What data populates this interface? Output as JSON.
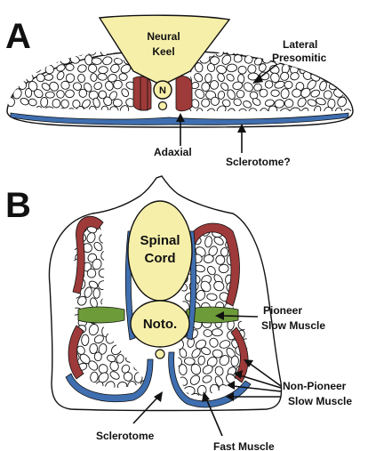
{
  "colors": {
    "neural": "#f6efa9",
    "slow_muscle": "#9e3a3a",
    "sclerotome": "#3f6fb0",
    "pioneer": "#6e9b3a",
    "outline": "#111111"
  },
  "panel_a": {
    "letter": "A",
    "neural_keel": [
      "Neural",
      "Keel"
    ],
    "notochord": "N",
    "lateral_presomitic": [
      "Lateral",
      "Presomitic"
    ],
    "adaxial": "Adaxial",
    "sclerotome": "Sclerotome?"
  },
  "panel_b": {
    "letter": "B",
    "spinal_cord": [
      "Spinal",
      "Cord"
    ],
    "notochord": "Noto.",
    "pioneer_slow_muscle": [
      "Pioneer",
      "Slow Muscle"
    ],
    "non_pioneer_slow_muscle": [
      "Non-Pioneer",
      "Slow Muscle"
    ],
    "sclerotome": "Sclerotome",
    "fast_muscle": "Fast Muscle"
  }
}
